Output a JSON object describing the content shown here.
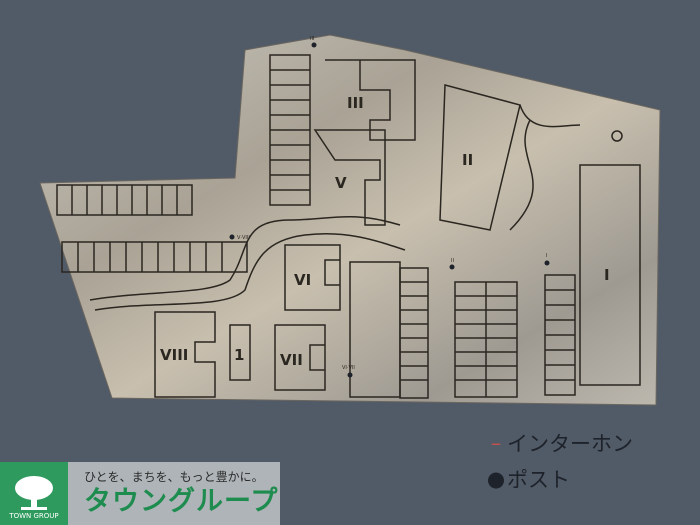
{
  "map": {
    "buildings": [
      "I",
      "II",
      "III",
      "V",
      "VI",
      "VII",
      "VIII",
      "1"
    ],
    "post_labels": {
      "iii": "III",
      "v_viii": "V·VIII",
      "vi_vii": "VI·VII",
      "ii": "II",
      "i": "I"
    },
    "colors": {
      "background": "#515a67",
      "plate": "#b7b2a6",
      "lines": "#2a2620"
    }
  },
  "legend": {
    "intercom": {
      "label": "インターホン",
      "color": "#c0504d"
    },
    "post": {
      "label": "ポスト",
      "color": "#1e232b"
    }
  },
  "logo": {
    "slogan": "ひとを、まちを、もっと豊かに。",
    "brand": "タウングループ",
    "brand_en": "TOWN GROUP",
    "color": "#2f9a5e"
  }
}
